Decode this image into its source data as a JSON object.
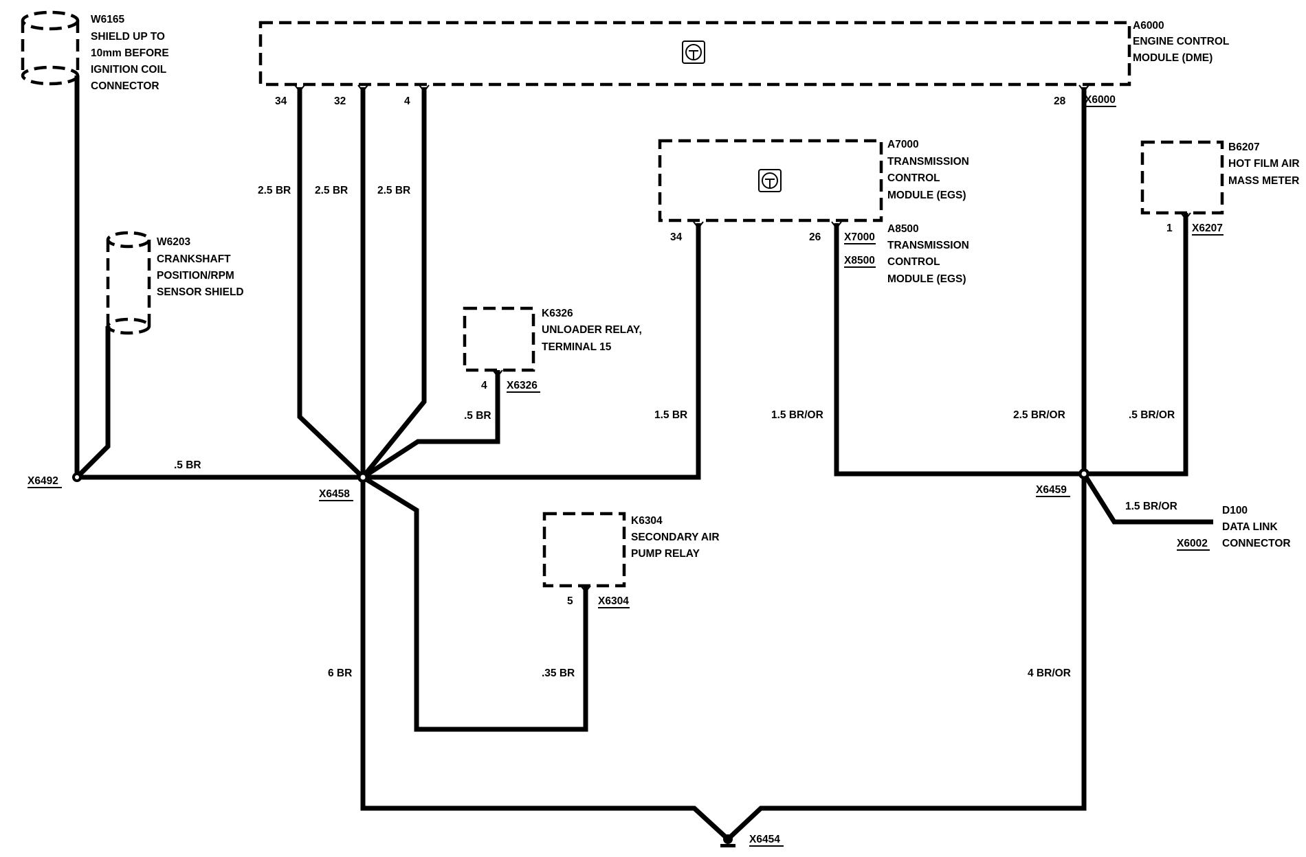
{
  "components": {
    "w6165": {
      "id": "W6165",
      "lines": [
        "SHIELD UP TO",
        "10mm BEFORE",
        "IGNITION COIL",
        "CONNECTOR"
      ]
    },
    "w6203": {
      "id": "W6203",
      "lines": [
        "CRANKSHAFT",
        "POSITION/RPM",
        "SENSOR SHIELD"
      ]
    },
    "a6000": {
      "id": "A6000",
      "lines": [
        "ENGINE CONTROL",
        "MODULE (DME)"
      ]
    },
    "a7000": {
      "id": "A7000",
      "lines": [
        "TRANSMISSION",
        "CONTROL",
        "MODULE (EGS)"
      ]
    },
    "a8500": {
      "id": "A8500",
      "lines": [
        "TRANSMISSION",
        "CONTROL",
        "MODULE (EGS)"
      ]
    },
    "b6207": {
      "id": "B6207",
      "lines": [
        "HOT FILM AIR",
        "MASS METER"
      ]
    },
    "k6326": {
      "id": "K6326",
      "lines": [
        "UNLOADER RELAY,",
        "TERMINAL 15"
      ]
    },
    "k6304": {
      "id": "K6304",
      "lines": [
        "SECONDARY AIR",
        "PUMP RELAY"
      ]
    },
    "d100": {
      "id": "D100",
      "lines": [
        "DATA LINK",
        "CONNECTOR"
      ]
    }
  },
  "connectors": {
    "x6000": "X6000",
    "x7000": "X7000",
    "x8500": "X8500",
    "x6207": "X6207",
    "x6326": "X6326",
    "x6304": "X6304",
    "x6002": "X6002"
  },
  "splices": {
    "x6492": "X6492",
    "x6458": "X6458",
    "x6459": "X6459",
    "x6454": "X6454"
  },
  "pins": {
    "a6000_34": "34",
    "a6000_32": "32",
    "a6000_4": "4",
    "a6000_28": "28",
    "a7000_34": "34",
    "a7000_26": "26",
    "b6207_1": "1",
    "k6326_4": "4",
    "k6304_5": "5"
  },
  "wires": {
    "w_34": "2.5 BR",
    "w_32": "2.5 BR",
    "w_4": "2.5 BR",
    "w_a7000": "1.5 BR",
    "w_a8500": "1.5 BR/OR",
    "w_a6000_28": "2.5 BR/OR",
    "w_b6207": ".5 BR/OR",
    "w_k6326": ".5 BR",
    "w_x6492": ".5 BR",
    "w_d100": "1.5 BR/OR",
    "w_ground_left": "6 BR",
    "w_k6304": ".35 BR",
    "w_ground_right": "4 BR/OR"
  }
}
